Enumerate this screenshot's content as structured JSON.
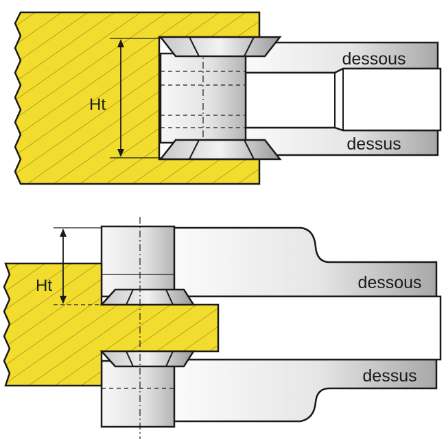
{
  "colors": {
    "wood": "#f2dc2e",
    "hatch": "#6b5f10",
    "outline": "#1a1a1a",
    "steel_light": "#f4f4f4",
    "steel_dark": "#a9a9a9"
  },
  "top": {
    "height_label": "Ht",
    "upper_arm_label": "dessous",
    "lower_arm_label": "dessus"
  },
  "bottom": {
    "height_label": "Ht",
    "upper_arm_label": "dessous",
    "lower_arm_label": "dessus"
  }
}
